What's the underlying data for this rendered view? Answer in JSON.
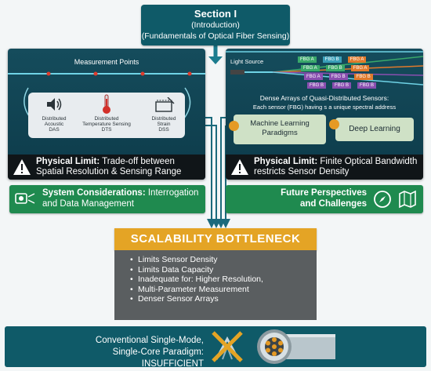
{
  "section": {
    "title": "Section I",
    "subtitle": "(Introduction)",
    "description": "(Fundamentals of Optical Fiber Sensing)"
  },
  "left_panel": {
    "heading": "Measurement Points",
    "sensors": [
      {
        "label_1": "Distributed",
        "label_2": "Acoustic",
        "label_3": "DAS"
      },
      {
        "label_1": "Distributed",
        "label_2": "Temperature Sensing",
        "label_3": "DTS"
      },
      {
        "label_1": "Distributed",
        "label_2": "Strain",
        "label_3": "DSS"
      }
    ],
    "limit_bold": "Physical Limit:",
    "limit_text_1": "Trade-off between",
    "limit_text_2": "Spatial Resolution & Sensing Range"
  },
  "right_panel": {
    "light_source": "Light Source",
    "fbg_rows": [
      [
        "FBG A",
        "FBG B",
        "FBG A"
      ],
      [
        "FBG A",
        "FBG B",
        "FBG A"
      ],
      [
        "FBG A",
        "FBG B",
        "FBG B"
      ],
      [
        "FBG B",
        "FBG B",
        "FBG B"
      ]
    ],
    "arrays_title": "Dense Arrays of Quasi-Distributed Sensors:",
    "arrays_desc": "Each sensor (FBG) having s a unique spectral address",
    "ml_line_1": "Machine Learning",
    "ml_line_2": "Paradigms",
    "dl_label": "Deep Learning",
    "limit_bold": "Physical Limit:",
    "limit_text_1": "Finite Optical Bandwidth",
    "limit_text_2": "restricts Sensor Density"
  },
  "system": {
    "bold": "System Considerations:",
    "text_1": "Interrogation",
    "text_2": "and Data Management"
  },
  "future": {
    "line_1": "Future Perspectives",
    "line_2": "and Challenges"
  },
  "scalability": {
    "title": "SCALABILITY BOTTLENECK",
    "items": [
      "Limits Sensor Density",
      "Limits Data Capacity",
      "Inadequate for:  Higher Resolution,",
      "Multi-Parameter Measurement",
      "Denser Sensor Arrays"
    ]
  },
  "bottom": {
    "line_1": "Conventional Single-Mode,",
    "line_2": "Single-Core Paradigm: INSUFFICIENT"
  },
  "colors": {
    "teal": "#0f5a68",
    "green": "#1f8a4f",
    "orange": "#e4a425",
    "gray": "#5a5e60",
    "fbg_green": "#3aa86a",
    "fbg_purple": "#8a4fb0",
    "fbg_orange": "#e07a2c"
  }
}
